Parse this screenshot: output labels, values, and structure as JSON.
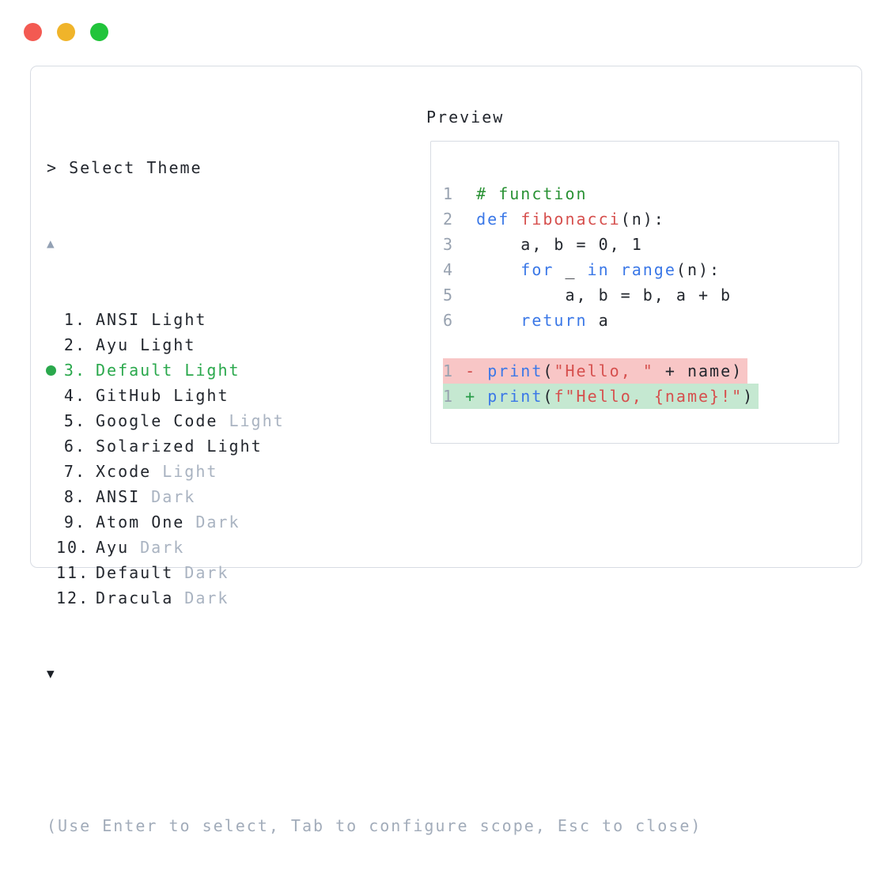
{
  "colors": {
    "text": "#23272e",
    "border": "#d8dce3",
    "accent": "#2aa84c",
    "muted": "#a9b3c1",
    "hint": "#a2acba",
    "ln": "#98a2b0",
    "kw": "#3b78e7",
    "red": "#d6504e",
    "com": "#2a9235",
    "diff-minus": "#d04a4a",
    "diff-plus": "#279b48",
    "bg-removed": "#f8c6c6",
    "bg-added": "#c5e8d1",
    "arrow-muted": "#93a1b4",
    "arrow-dark": "#1c2027",
    "light-close": "#f35a52",
    "light-minimize": "#f0b42a",
    "light-zoom": "#21c43b"
  },
  "window": {
    "traffic_lights": [
      "close",
      "minimize",
      "zoom"
    ]
  },
  "theme_picker": {
    "prompt": "> Select Theme",
    "up_arrow": "▲",
    "down_arrow": "▼",
    "items": [
      {
        "num": "1.",
        "name": "ANSI Light",
        "suffix": "",
        "selected": false
      },
      {
        "num": "2.",
        "name": "Ayu Light",
        "suffix": "",
        "selected": false
      },
      {
        "num": "3.",
        "name": "Default Light",
        "suffix": "",
        "selected": true
      },
      {
        "num": "4.",
        "name": "GitHub Light",
        "suffix": "",
        "selected": false
      },
      {
        "num": "5.",
        "name": "Google Code",
        "suffix": "Light",
        "selected": false
      },
      {
        "num": "6.",
        "name": "Solarized Light",
        "suffix": "",
        "selected": false
      },
      {
        "num": "7.",
        "name": "Xcode",
        "suffix": "Light",
        "selected": false
      },
      {
        "num": "8.",
        "name": "ANSI",
        "suffix": "Dark",
        "selected": false
      },
      {
        "num": "9.",
        "name": "Atom One",
        "suffix": "Dark",
        "selected": false
      },
      {
        "num": "10.",
        "name": "Ayu",
        "suffix": "Dark",
        "selected": false
      },
      {
        "num": "11.",
        "name": "Default",
        "suffix": "Dark",
        "selected": false
      },
      {
        "num": "12.",
        "name": "Dracula",
        "suffix": "Dark",
        "selected": false
      }
    ],
    "footer": "(Use Enter to select, Tab to configure scope, Esc to close)"
  },
  "preview": {
    "label": "Preview",
    "code_lines": [
      {
        "hl": null,
        "tokens": [
          {
            "t": "1",
            "c": "ln"
          },
          {
            "t": "  ",
            "c": "pl"
          },
          {
            "t": "# function",
            "c": "com"
          }
        ]
      },
      {
        "hl": null,
        "tokens": [
          {
            "t": "2",
            "c": "ln"
          },
          {
            "t": "  ",
            "c": "pl"
          },
          {
            "t": "def",
            "c": "kw"
          },
          {
            "t": " ",
            "c": "pl"
          },
          {
            "t": "fibonacci",
            "c": "fn"
          },
          {
            "t": "(n):",
            "c": "pl"
          }
        ]
      },
      {
        "hl": null,
        "tokens": [
          {
            "t": "3",
            "c": "ln"
          },
          {
            "t": "      a, b = 0, 1",
            "c": "pl"
          }
        ]
      },
      {
        "hl": null,
        "tokens": [
          {
            "t": "4",
            "c": "ln"
          },
          {
            "t": "      ",
            "c": "pl"
          },
          {
            "t": "for",
            "c": "kw"
          },
          {
            "t": " _ ",
            "c": "pl"
          },
          {
            "t": "in",
            "c": "kw"
          },
          {
            "t": " ",
            "c": "pl"
          },
          {
            "t": "range",
            "c": "kw"
          },
          {
            "t": "(n):",
            "c": "pl"
          }
        ]
      },
      {
        "hl": null,
        "tokens": [
          {
            "t": "5",
            "c": "ln"
          },
          {
            "t": "          a, b = b, a + b",
            "c": "pl"
          }
        ]
      },
      {
        "hl": null,
        "tokens": [
          {
            "t": "6",
            "c": "ln"
          },
          {
            "t": "      ",
            "c": "pl"
          },
          {
            "t": "return",
            "c": "kw"
          },
          {
            "t": " a",
            "c": "pl"
          }
        ]
      },
      {
        "hl": null,
        "tokens": []
      },
      {
        "hl": "removed",
        "tokens": [
          {
            "t": "1",
            "c": "ln"
          },
          {
            "t": " ",
            "c": "pl"
          },
          {
            "t": "-",
            "c": "minus"
          },
          {
            "t": " ",
            "c": "pl"
          },
          {
            "t": "print",
            "c": "kw"
          },
          {
            "t": "(",
            "c": "pl"
          },
          {
            "t": "\"Hello, \"",
            "c": "str"
          },
          {
            "t": " + name)",
            "c": "pl"
          }
        ]
      },
      {
        "hl": "added",
        "tokens": [
          {
            "t": "1",
            "c": "ln"
          },
          {
            "t": " ",
            "c": "pl"
          },
          {
            "t": "+",
            "c": "plus"
          },
          {
            "t": " ",
            "c": "pl"
          },
          {
            "t": "print",
            "c": "kw"
          },
          {
            "t": "(",
            "c": "pl"
          },
          {
            "t": "f\"Hello, {name}!\"",
            "c": "str"
          },
          {
            "t": ")",
            "c": "pl"
          }
        ]
      }
    ]
  }
}
